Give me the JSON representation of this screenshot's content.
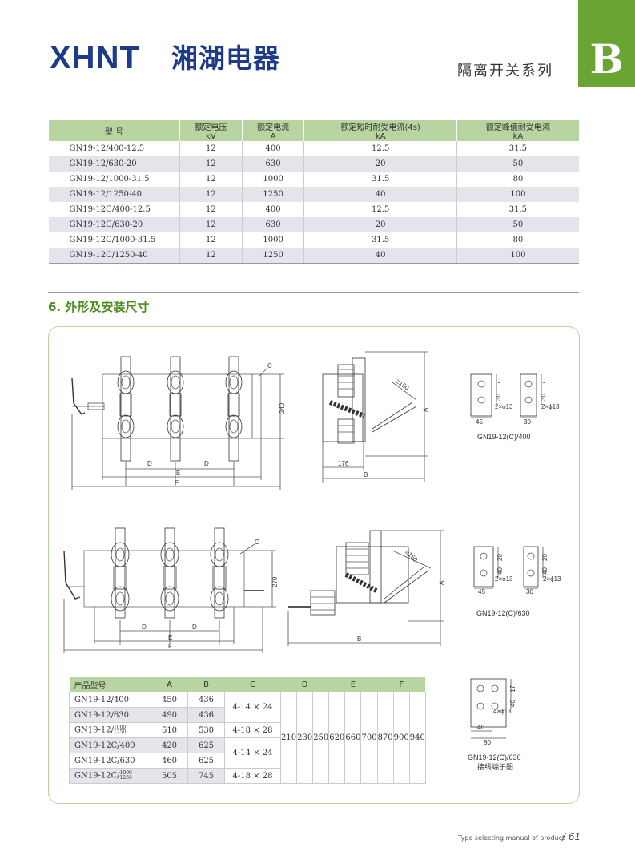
{
  "header": {
    "logo_text": "XHNT",
    "brand_cn": "湘湖电器",
    "series_title": "隔离开关系列",
    "section_letter": "B"
  },
  "spec_table": {
    "headers": [
      {
        "line1": "型 号",
        "line2": ""
      },
      {
        "line1": "额定电压",
        "line2": "kV"
      },
      {
        "line1": "额定电流",
        "line2": "A"
      },
      {
        "line1": "额定短时耐受电流(4s)",
        "line2": "kA"
      },
      {
        "line1": "额定峰值耐受电流",
        "line2": "kA"
      }
    ],
    "rows": [
      [
        "GN19-12/400-12.5",
        "12",
        "400",
        "12.5",
        "31.5"
      ],
      [
        "GN19-12/630-20",
        "12",
        "630",
        "20",
        "50"
      ],
      [
        "GN19-12/1000-31.5",
        "12",
        "1000",
        "31.5",
        "80"
      ],
      [
        "GN19-12/1250-40",
        "12",
        "1250",
        "40",
        "100"
      ],
      [
        "GN19-12C/400-12.5",
        "12",
        "400",
        "12.5",
        "31.5"
      ],
      [
        "GN19-12C/630-20",
        "12",
        "630",
        "20",
        "50"
      ],
      [
        "GN19-12C/1000-31.5",
        "12",
        "1000",
        "31.5",
        "80"
      ],
      [
        "GN19-12C/1250-40",
        "12",
        "1250",
        "40",
        "100"
      ]
    ]
  },
  "section_heading": "6. 外形及安装尺寸",
  "drawings": {
    "top_front": {
      "label_c": "C",
      "dim_240": "240",
      "label_d1": "D",
      "label_d2": "D",
      "label_e": "E",
      "label_f": "F"
    },
    "top_side": {
      "dim_150": "≥150",
      "label_a": "A",
      "dim_176": "176",
      "label_b": "B"
    },
    "terminal_400": {
      "dim_17a": "17",
      "dim_30a": "30",
      "hole_a": "2×ϕ13",
      "dim_45": "45",
      "dim_17b": "17",
      "dim_30b": "30",
      "hole_b": "2×ϕ13",
      "dim_30c": "30",
      "caption": "GN19-12(C)/400"
    },
    "bottom_front": {
      "label_c": "C",
      "dim_270": "270",
      "label_d1": "D",
      "label_d2": "D",
      "label_e": "E",
      "label_f": "F"
    },
    "bottom_side": {
      "dim_150": "≥150",
      "label_a": "A",
      "label_b": "B"
    },
    "terminal_630": {
      "dim_20a": "20",
      "dim_40a": "40",
      "hole_a": "2×ϕ13",
      "dim_45": "45",
      "dim_20b": "20",
      "dim_40b": "40",
      "hole_b": "2×ϕ13",
      "dim_30": "30",
      "caption": "GN19-12(C)/630"
    },
    "terminal_1250": {
      "dim_17": "17",
      "dim_40a": "40",
      "hole": "4×ϕ13",
      "dim_40b": "40",
      "dim_80": "80",
      "caption": "GN19-12(C)/630",
      "caption2": "接线端子图"
    }
  },
  "dim_table": {
    "headers": [
      "产品型号",
      "A",
      "B",
      "C",
      "D",
      "E",
      "F"
    ],
    "rows": [
      {
        "model": "GN19-12/400",
        "a": "450",
        "b": "436"
      },
      {
        "model": "GN19-12/630",
        "a": "490",
        "b": "436"
      },
      {
        "model": "GN19-12/",
        "frac_top": "1000",
        "frac_bot": "1250",
        "a": "510",
        "b": "530"
      },
      {
        "model": "GN19-12C/400",
        "a": "420",
        "b": "625"
      },
      {
        "model": "GN19-12C/630",
        "a": "460",
        "b": "625"
      },
      {
        "model": "GN19-12C/",
        "frac_top": "1000",
        "frac_bot": "1250",
        "a": "505",
        "b": "745"
      }
    ],
    "c_values": [
      "4-14 × 24",
      "4-18 × 28",
      "4-14 × 24",
      "4-18 × 28"
    ],
    "d_values": [
      "210",
      "230",
      "250"
    ],
    "e_values": [
      "620",
      "660",
      "700"
    ],
    "f_values": [
      "870",
      "900",
      "940"
    ]
  },
  "footer": {
    "text": "Type selecting manual of product",
    "page": "/ 61"
  },
  "colors": {
    "brand": "#1e3a8a",
    "accent_green": "#6aa534",
    "header_green": "#b8d4a0",
    "heading_green": "#4d8a1e"
  }
}
